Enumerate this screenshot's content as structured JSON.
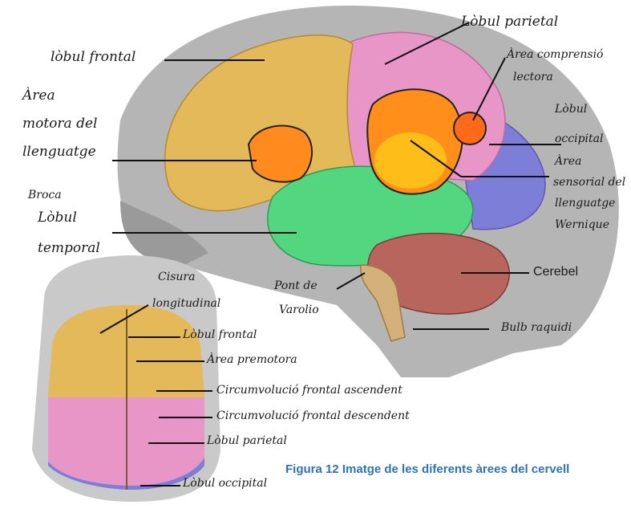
{
  "colors": {
    "frontal": "#e3b95a",
    "parietal": "#e895c8",
    "occipital": "#7d7ed8",
    "temporal": "#52d67f",
    "cerebel": "#b8655e",
    "broca": "#ff8a1e",
    "wernicke": "#ff8f1a",
    "caption": "#2e74b5",
    "head": "#a9a9a9"
  },
  "labels": {
    "lobul_frontal": "lòbul frontal",
    "lobul_parietal": "Lòbul parietal",
    "area_comprensio_1": "Àrea comprensió",
    "area_comprensio_2": "lectora",
    "area_motora_1": "Àrea",
    "area_motora_2": "motora del",
    "area_motora_3": "llenguatge",
    "area_motora_4": "Broca",
    "lobul_occipital_1": "Lòbul",
    "lobul_occipital_2": "occipital",
    "area_sensorial_1": "Àrea",
    "area_sensorial_2": "sensorial del",
    "area_sensorial_3": "llenguatge",
    "area_sensorial_4": "Wernique",
    "lobul_temporal_1": "Lòbul",
    "lobul_temporal_2": "temporal",
    "cerebel": "Cerebel",
    "pont_varolio_1": "Pont de",
    "pont_varolio_2": "Varolio",
    "bulb_raquidi": "Bulb raquidi",
    "cisura_1": "Cisura",
    "cisura_2": "longitudinal",
    "top_lobul_frontal": "Lòbul frontal",
    "area_premotora": "Àrea premotora",
    "circ_ascendent": "Circumvolució frontal ascendent",
    "circ_descendent": "Circumvolució frontal descendent",
    "top_lobul_parietal": "Lòbul parietal",
    "top_lobul_occipital": "Lòbul occipital"
  },
  "caption": "Figura 12 Imatge de les diferents àrees del cervell"
}
